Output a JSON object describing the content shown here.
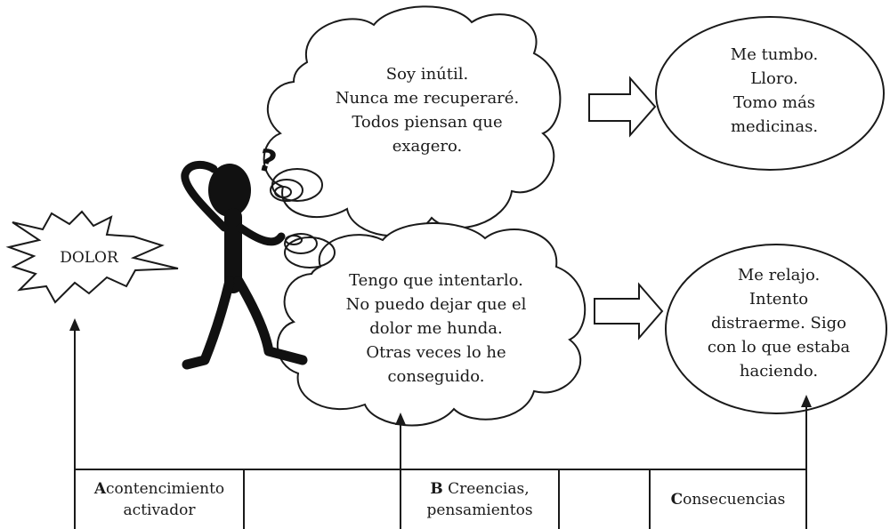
{
  "trigger": {
    "label": "DOLOR"
  },
  "thought_negative": {
    "lines": [
      "Soy inútil.",
      "Nunca me recuperaré.",
      "Todos piensan que",
      "exagero."
    ]
  },
  "thought_positive": {
    "lines": [
      "Tengo que intentarlo.",
      "No puedo dejar que el",
      "dolor me hunda.",
      "Otras veces lo he",
      "conseguido."
    ]
  },
  "consequence_negative": {
    "lines": [
      "Me tumbo.",
      "Lloro.",
      "Tomo más",
      "medicinas."
    ]
  },
  "consequence_positive": {
    "lines": [
      "Me relajo.",
      "Intento",
      "distraerme. Sigo",
      "con lo que estaba",
      "haciendo."
    ]
  },
  "figure": {
    "question_mark": "?"
  },
  "table": {
    "a": {
      "initial": "A",
      "rest": "contencimiento",
      "line2": "activador"
    },
    "b": {
      "initial": "B",
      "rest": " Creencias,",
      "line2": "pensamientos"
    },
    "c": {
      "initial": "C",
      "rest": "onsecuencias"
    }
  },
  "colors": {
    "stroke": "#1a1a1a",
    "fill": "#ffffff",
    "figure": "#111111"
  }
}
